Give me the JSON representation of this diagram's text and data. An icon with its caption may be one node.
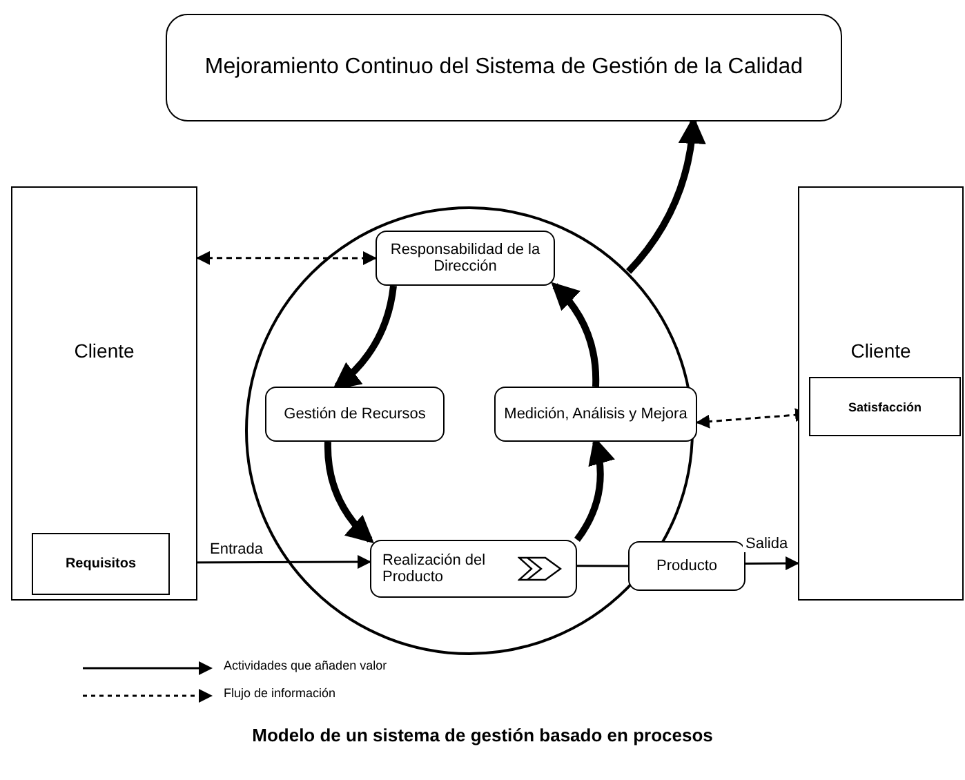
{
  "diagram": {
    "caption": "Modelo de un sistema de gestión basado en procesos",
    "nodes": [
      {
        "text": [
          "Mejoramiento Continuo del Sistema de Gestión de la Calidad"
        ]
      },
      {
        "text": [
          "Cliente"
        ]
      },
      {
        "text": [
          "Requisitos"
        ],
        "in": 1
      },
      {
        "text": [],
        "shape": "circle"
      },
      {
        "text": [
          "Responsabilidad de la Dirección"
        ],
        "in": 3
      },
      {
        "text": [
          "Gestión de Recursos"
        ],
        "in": 3
      },
      {
        "text": [
          "Medición, Análisis y Mejora"
        ],
        "in": 3
      },
      {
        "text": [
          "Realización del Producto"
        ],
        "in": 3
      },
      {
        "text": [
          "Producto"
        ]
      },
      {
        "text": [
          "Cliente"
        ]
      },
      {
        "text": [
          "Satisfacción"
        ],
        "in": 9
      }
    ],
    "edges": [
      {
        "from": 1,
        "to": 4,
        "arrow": "both",
        "style": "dashed"
      },
      {
        "from": 4,
        "to": 5,
        "arrow": "to",
        "style": "thick"
      },
      {
        "from": 5,
        "to": 7,
        "arrow": "to",
        "style": "thick"
      },
      {
        "from": 7,
        "to": 6,
        "arrow": "to",
        "style": "thick"
      },
      {
        "from": 6,
        "to": 4,
        "arrow": "to",
        "style": "thick"
      },
      {
        "from": 3,
        "to": 0,
        "arrow": "to",
        "style": "thick"
      },
      {
        "from": 6,
        "to": 10,
        "arrow": "both",
        "style": "dashed"
      },
      {
        "from": 2,
        "to": 7,
        "arrow": "to",
        "label": "Entrada"
      },
      {
        "from": 7,
        "to": 8,
        "arrow": "none"
      },
      {
        "from": 8,
        "to": 9,
        "arrow": "to",
        "label": "Salida"
      }
    ],
    "legend": [
      {
        "text": "Actividades que añaden valor"
      },
      {
        "text": "Flujo de información"
      }
    ]
  }
}
